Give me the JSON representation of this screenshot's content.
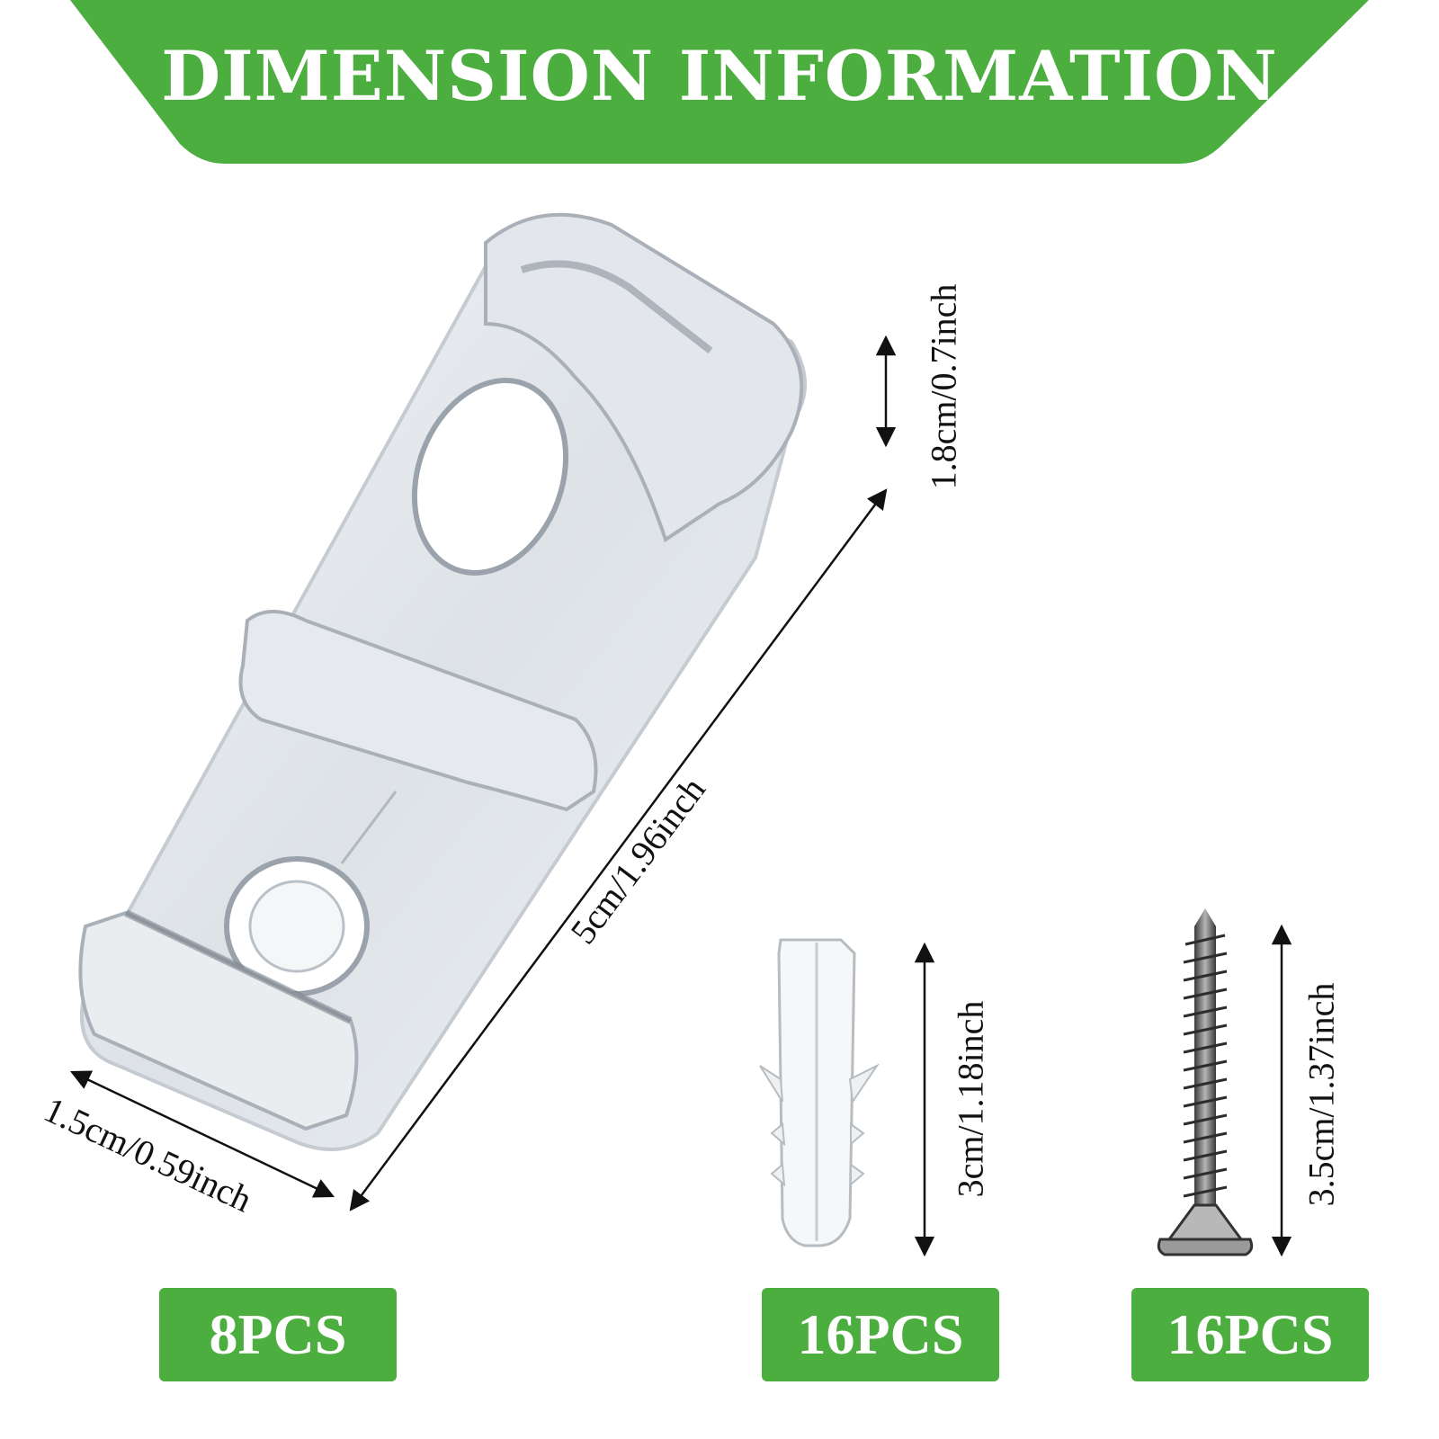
{
  "banner": {
    "title": "DIMENSION INFORMATION",
    "color": "#4cae3f"
  },
  "dimensions": {
    "clip_height": "1.8cm/0.7inch",
    "clip_length": "5cm/1.96inch",
    "clip_width": "1.5cm/0.59inch",
    "anchor_length": "3cm/1.18inch",
    "screw_length": "3.5cm/1.37inch"
  },
  "quantities": {
    "clip": "8PCS",
    "anchor": "16PCS",
    "screw": "16PCS"
  },
  "icons": {
    "clip": "clear-plastic-clip-icon",
    "anchor": "wall-anchor-icon",
    "screw": "screw-icon"
  }
}
